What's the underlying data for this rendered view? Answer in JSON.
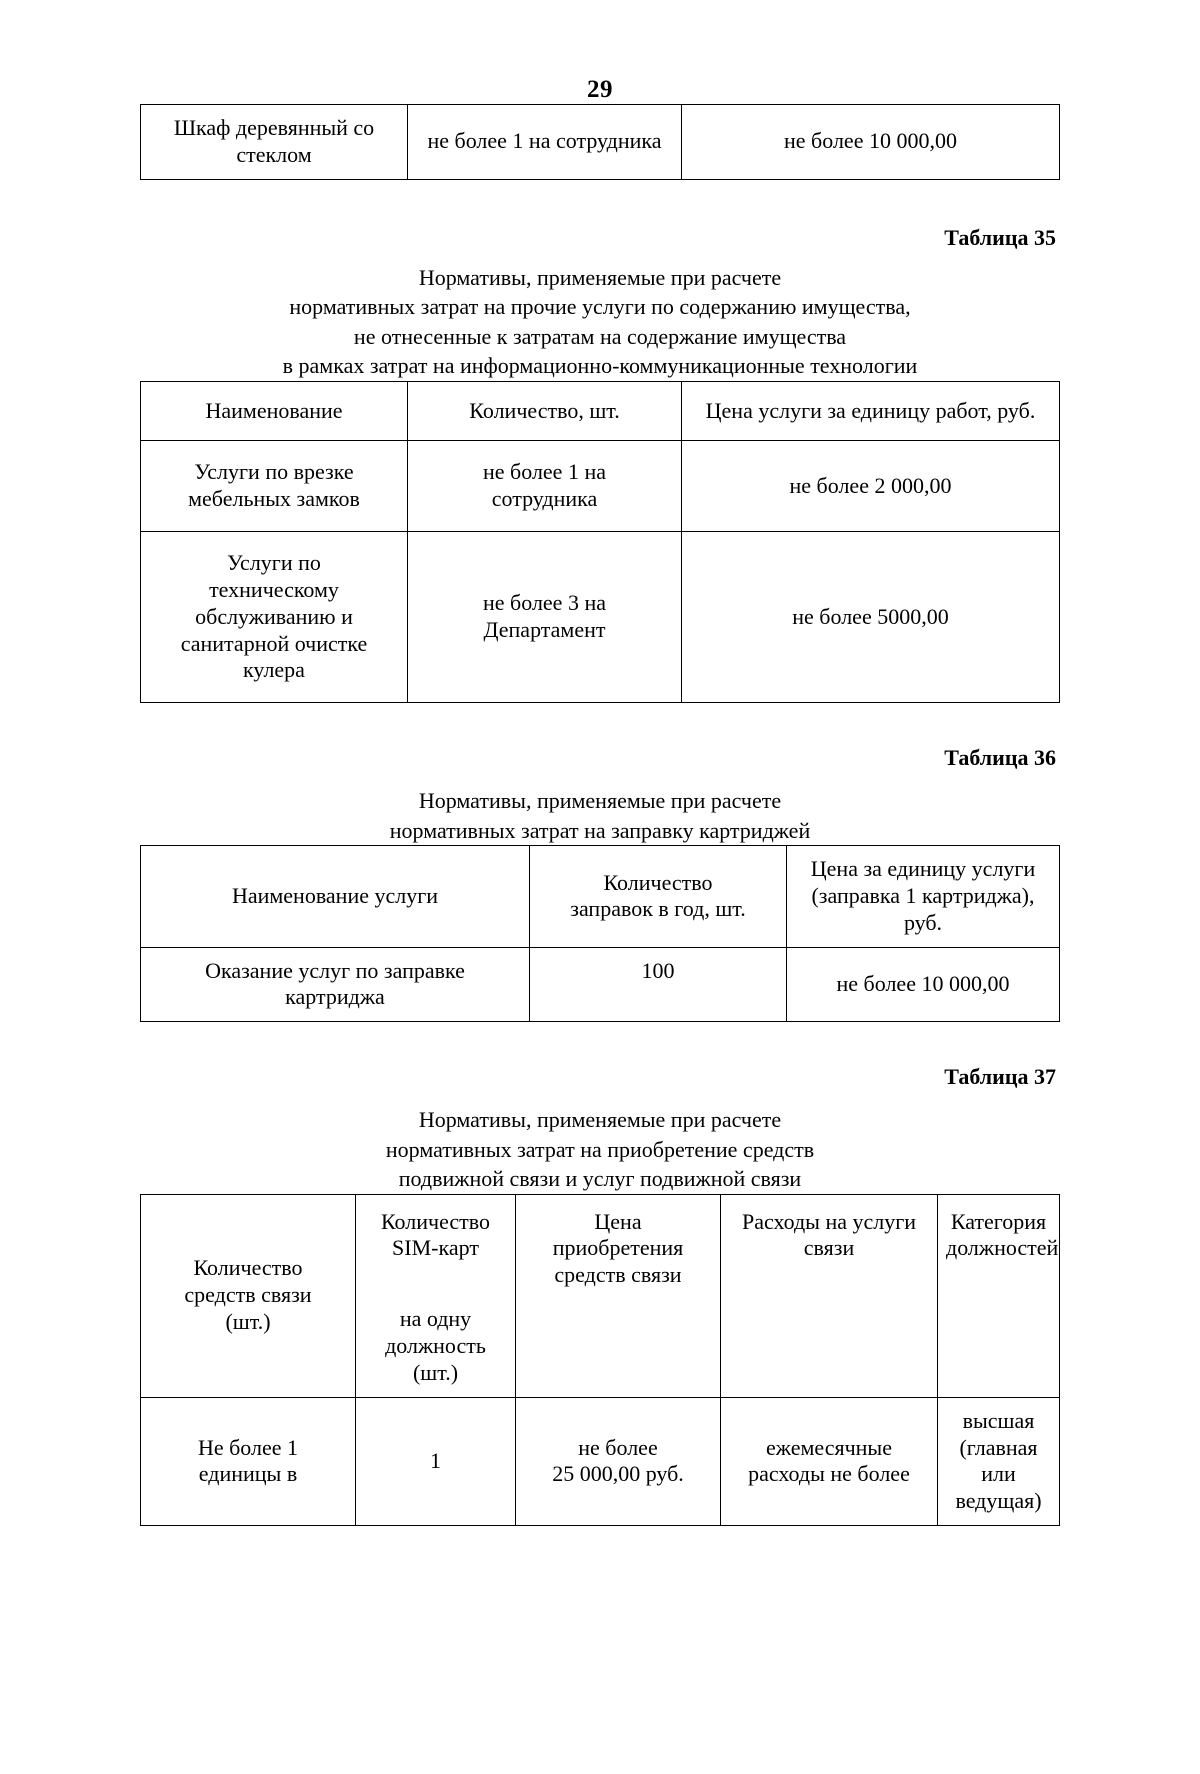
{
  "page": {
    "number": "29"
  },
  "fragment_table": {
    "name": "continued-table-fragment",
    "rows": [
      {
        "name": "Шкаф деревянный со стеклом",
        "quantity": "не более 1 на сотрудника",
        "price": "не более 10 000,00"
      }
    ]
  },
  "table35": {
    "label": "Таблица 35",
    "title_lines": [
      "Нормативы, применяемые при расчете",
      "нормативных затрат на прочие услуги по содержанию имущества,",
      "не отнесенные к затратам на содержание имущества",
      "в рамках затрат на информационно-коммуникационные технологии"
    ],
    "headers": [
      "Наименование",
      "Количество, шт.",
      "Цена услуги за единицу работ, руб."
    ],
    "rows": [
      {
        "name_lines": [
          "Услуги по врезке",
          "мебельных замков"
        ],
        "quantity_lines": [
          "не более 1 на",
          "сотрудника"
        ],
        "price": "не более 2 000,00"
      },
      {
        "name_lines": [
          "Услуги по",
          "техническому",
          "обслуживанию и",
          "санитарной очистке",
          "кулера"
        ],
        "quantity_lines": [
          "не более 3 на",
          "Департамент"
        ],
        "price": "не более 5000,00"
      }
    ]
  },
  "table36": {
    "label": "Таблица 36",
    "title_lines": [
      "Нормативы, применяемые при расчете",
      "нормативных затрат на заправку картриджей"
    ],
    "headers": [
      "Наименование услуги",
      "Количество заправок в год, шт.",
      "Цена за единицу услуги (заправка 1 картриджа), руб."
    ],
    "header_lines": {
      "col1": [
        "Наименование услуги"
      ],
      "col2": [
        "Количество",
        "заправок в год, шт."
      ],
      "col3": [
        "Цена за единицу услуги",
        "(заправка 1 картриджа),",
        "руб."
      ]
    },
    "rows": [
      {
        "name_lines": [
          "Оказание услуг по заправке",
          "картриджа"
        ],
        "quantity": "100",
        "price": "не более 10 000,00"
      }
    ]
  },
  "table37": {
    "label": "Таблица 37",
    "title_lines": [
      "Нормативы, применяемые при расчете",
      "нормативных затрат на приобретение средств",
      "подвижной связи и услуг подвижной связи"
    ],
    "header_lines": {
      "col1": [
        "Количество",
        "средств связи",
        "(шт.)"
      ],
      "col2_top": [
        "Количество",
        "SIM-карт"
      ],
      "col2_bottom": [
        "на одну",
        "должность",
        "(шт.)"
      ],
      "col3": [
        "Цена",
        "приобретения",
        "средств связи"
      ],
      "col4": [
        "Расходы на услуги",
        "связи"
      ],
      "col5": [
        "Категория",
        "должностей"
      ]
    },
    "rows": [
      {
        "col1_lines": [
          "Не более 1",
          "единицы в"
        ],
        "col2": "1",
        "col3_lines": [
          "не более",
          "25 000,00 руб."
        ],
        "col4_lines": [
          "ежемесячные",
          "расходы не более"
        ],
        "col5_lines": [
          "высшая (главная",
          "или ведущая)"
        ]
      }
    ]
  }
}
